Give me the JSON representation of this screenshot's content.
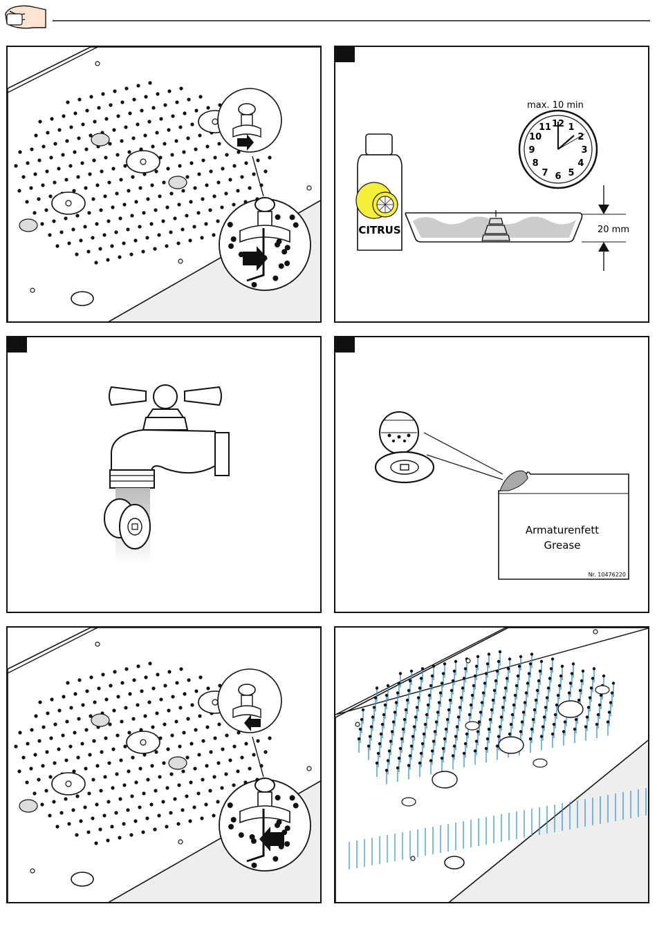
{
  "header": {
    "icon": "hand-cleaning-icon"
  },
  "panels": [
    {
      "id": 1,
      "scene": "removing-nozzles-from-shower-plate"
    },
    {
      "id": 2,
      "scene": "soak-in-citrus-solution",
      "bottle_label": "CITRUS",
      "time_label": "max. 10 min",
      "depth_label": "20 mm",
      "clock_numbers": [
        "12",
        "1",
        "2",
        "3",
        "4",
        "5",
        "6",
        "7",
        "8",
        "9",
        "10",
        "11"
      ]
    },
    {
      "id": 3,
      "scene": "rinse-under-tap"
    },
    {
      "id": 4,
      "scene": "apply-grease",
      "grease_line1": "Armaturenfett",
      "grease_line2": "Grease",
      "part_number": "Nr. 10476220"
    },
    {
      "id": 5,
      "scene": "reinstalling-nozzles"
    },
    {
      "id": 6,
      "scene": "shower-running-water",
      "water_color": "#2a8fd0"
    }
  ]
}
